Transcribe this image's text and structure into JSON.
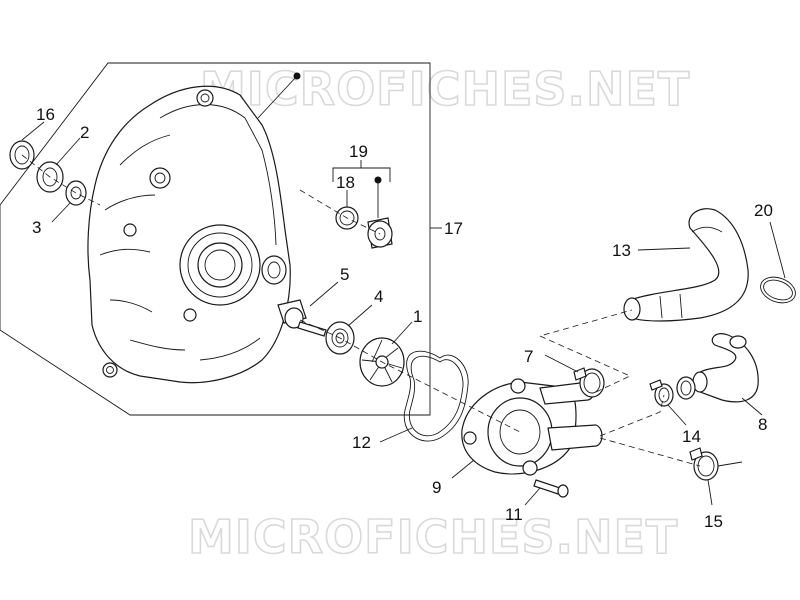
{
  "watermark": {
    "text": "MICROFICHES.NET"
  },
  "callouts": {
    "c1": "1",
    "c2": "2",
    "c3": "3",
    "c4": "4",
    "c5": "5",
    "c7": "7",
    "c8": "8",
    "c9": "9",
    "c11": "11",
    "c12": "12",
    "c13": "13",
    "c14": "14",
    "c15": "15",
    "c16": "16",
    "c17": "17",
    "c18": "18",
    "c19": "19",
    "c20": "20"
  }
}
